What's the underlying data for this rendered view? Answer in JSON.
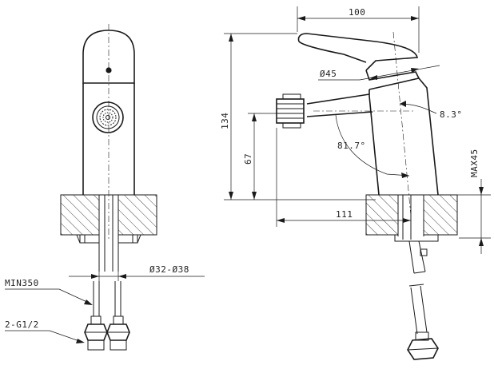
{
  "dimensions": {
    "width_total": "100",
    "height_total": "134",
    "spout_height": "67",
    "spout_reach": "111",
    "diameter_body": "Ø45",
    "angle_lever": "8.3°",
    "angle_spout": "81.7°",
    "max_counter": "MAX45",
    "hole_diameter": "Ø32-Ø38",
    "hose_length": "MIN350",
    "hose_thread": "2-G1/2"
  }
}
